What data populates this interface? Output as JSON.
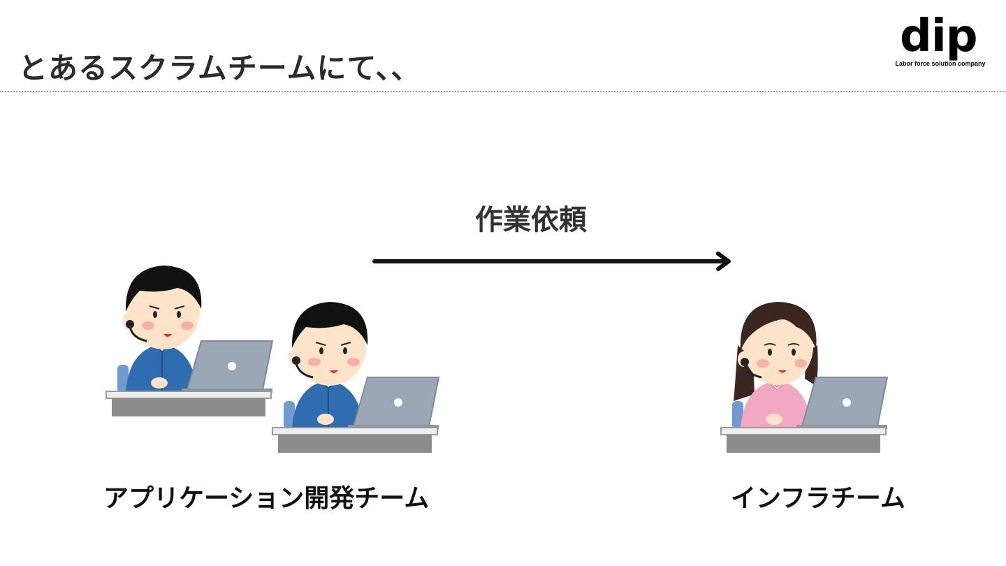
{
  "header": {
    "title": "とあるスクラムチームにて、、"
  },
  "logo": {
    "word": "dip",
    "tagline": "Labor force solution company"
  },
  "diagram": {
    "arrow_label": "作業依頼",
    "from_team": "アプリケーション開発チーム",
    "to_team": "インフラチーム"
  },
  "colors": {
    "text": "#2b2b2b",
    "male_shirt": "#2f6db0",
    "female_shirt": "#f2a7c3",
    "laptop": "#9aa7b4",
    "desk": "#8c8c8c",
    "skin": "#fde3c8"
  }
}
